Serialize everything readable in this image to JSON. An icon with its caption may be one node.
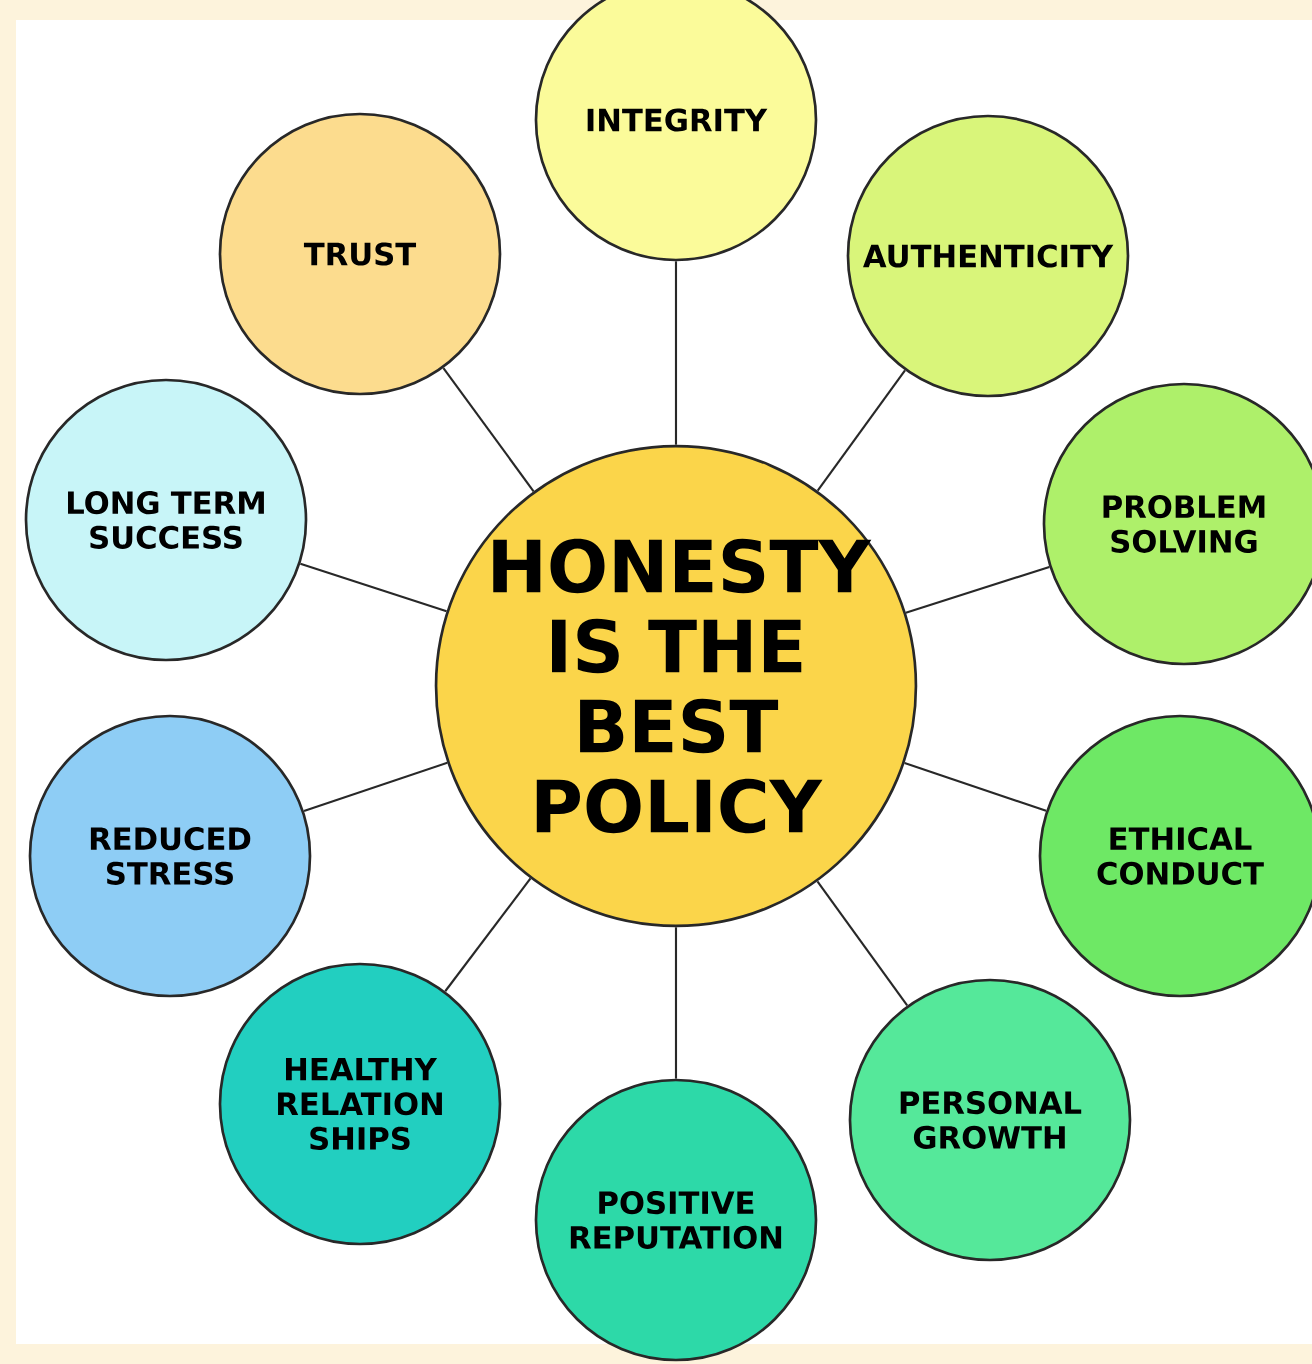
{
  "diagram": {
    "nodes": [
      {
        "text": [
          "HONESTY IS THE BEST POLICY"
        ]
      },
      {
        "text": [
          "INTEGRITY"
        ]
      },
      {
        "text": [
          "AUTHENTICITY"
        ]
      },
      {
        "text": [
          "PROBLEM SOLVING"
        ]
      },
      {
        "text": [
          "ETHICAL CONDUCT"
        ]
      },
      {
        "text": [
          "PERSONAL GROWTH"
        ]
      },
      {
        "text": [
          "POSITIVE REPUTATION"
        ]
      },
      {
        "text": [
          "HEALTHY RELATION SHIPS"
        ]
      },
      {
        "text": [
          "REDUCED STRESS"
        ]
      },
      {
        "text": [
          "LONG TERM SUCCESS"
        ]
      },
      {
        "text": [
          "TRUST"
        ]
      }
    ],
    "edges": [
      {
        "from": 0,
        "to": 1,
        "arrow": "none"
      },
      {
        "from": 0,
        "to": 2,
        "arrow": "none"
      },
      {
        "from": 0,
        "to": 3,
        "arrow": "none"
      },
      {
        "from": 0,
        "to": 4,
        "arrow": "none"
      },
      {
        "from": 0,
        "to": 5,
        "arrow": "none"
      },
      {
        "from": 0,
        "to": 6,
        "arrow": "none"
      },
      {
        "from": 0,
        "to": 7,
        "arrow": "none"
      },
      {
        "from": 0,
        "to": 8,
        "arrow": "none"
      },
      {
        "from": 0,
        "to": 9,
        "arrow": "none"
      },
      {
        "from": 0,
        "to": 10,
        "arrow": "none"
      }
    ]
  }
}
